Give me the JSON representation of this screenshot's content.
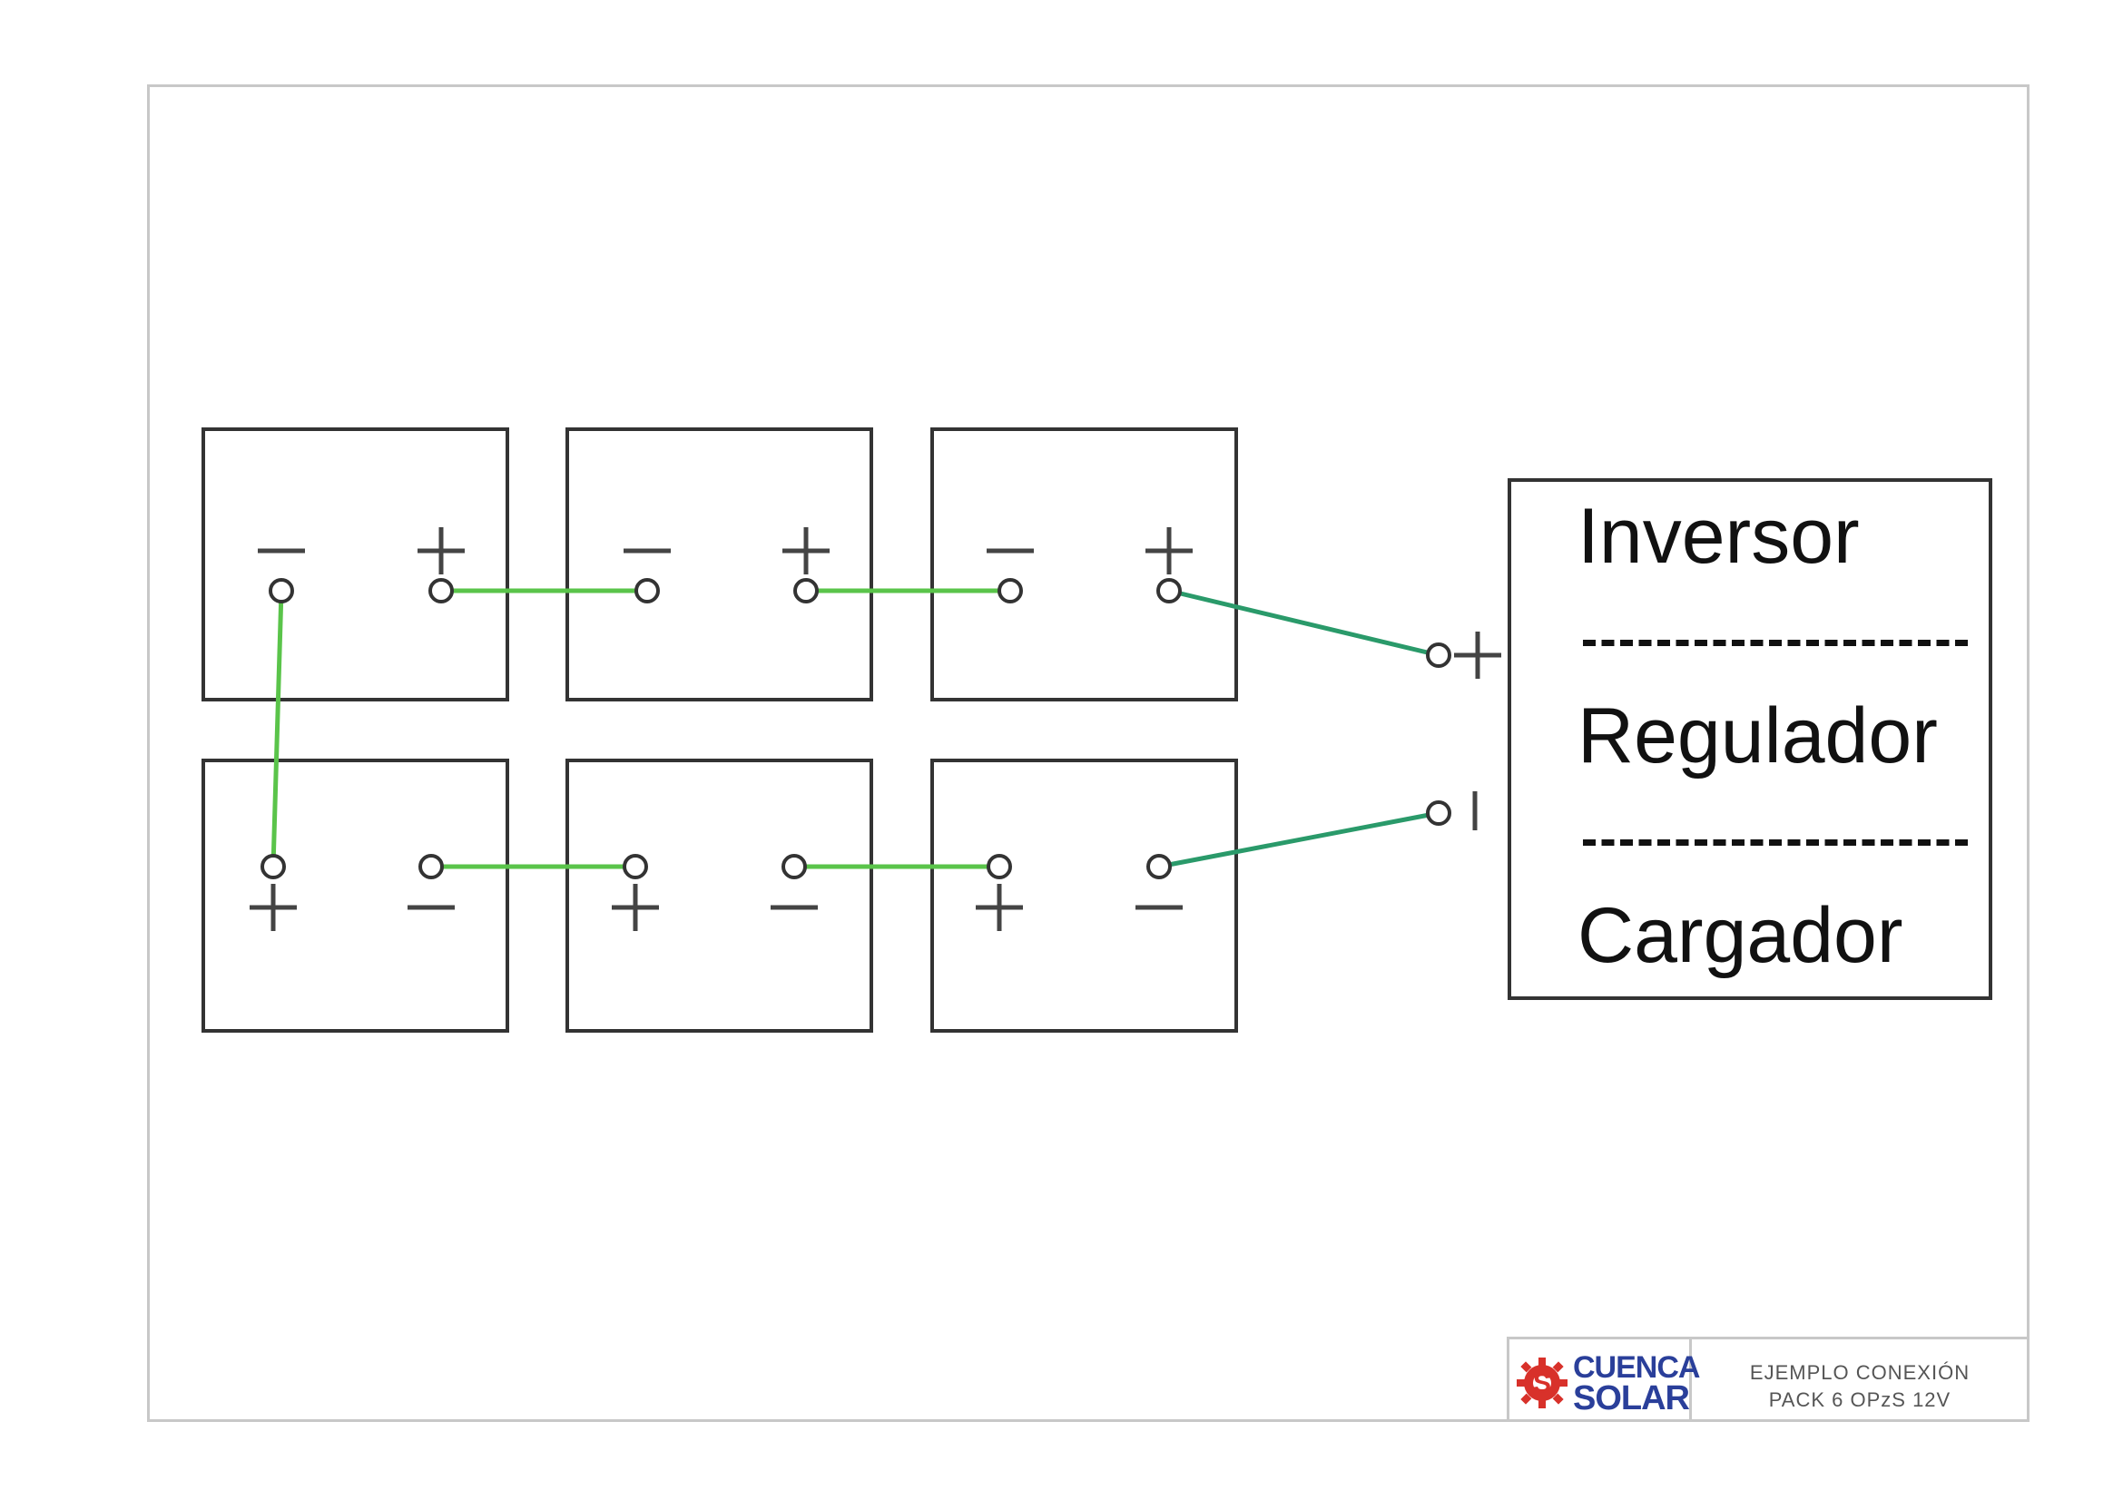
{
  "diagram": {
    "device": {
      "line1": "Inversor",
      "line2": "Regulador",
      "line3": "Cargador"
    },
    "battery_count": 6,
    "colors": {
      "series_link": "#5ac44a",
      "output_lead": "#2a9a6a",
      "outline": "#333333"
    }
  },
  "title_block": {
    "logo_line1": "CUENCA",
    "logo_line2": "SOLAR",
    "caption_line1": "EJEMPLO CONEXIÓN",
    "caption_line2": "PACK 6 OPzS 12V"
  }
}
